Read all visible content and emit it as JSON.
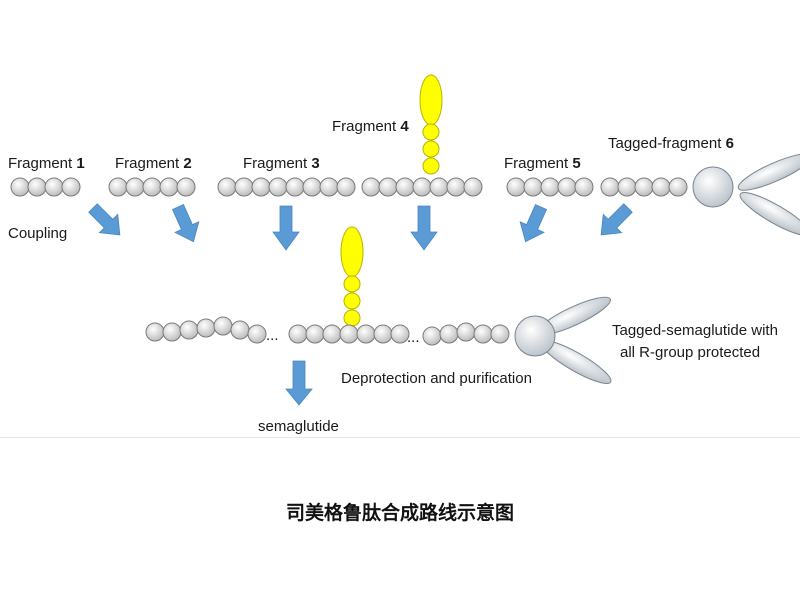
{
  "fragments": [
    {
      "prefix": "Fragment ",
      "num": "1"
    },
    {
      "prefix": "Fragment ",
      "num": "2"
    },
    {
      "prefix": "Fragment ",
      "num": "3"
    },
    {
      "prefix": "Fragment ",
      "num": "4"
    },
    {
      "prefix": "Fragment ",
      "num": "5"
    },
    {
      "prefix": "Tagged-fragment ",
      "num": "6"
    }
  ],
  "labels": {
    "coupling": "Coupling",
    "ellipsis": "...",
    "tagged_line1": "Tagged-semaglutide with",
    "tagged_line2": "all R-group protected",
    "deprotection": "Deprotection and purification",
    "product": "semaglutide"
  },
  "caption": "司美格鲁肽合成路线示意图",
  "colors": {
    "bead_fill": "#d9d9d9",
    "bead_stroke": "#7a7a7a",
    "side_chain": "#ffff00",
    "side_chain_stroke": "#b5b500",
    "arrow": "#5b9bd5",
    "tag_fill": "#cfd6dc"
  }
}
